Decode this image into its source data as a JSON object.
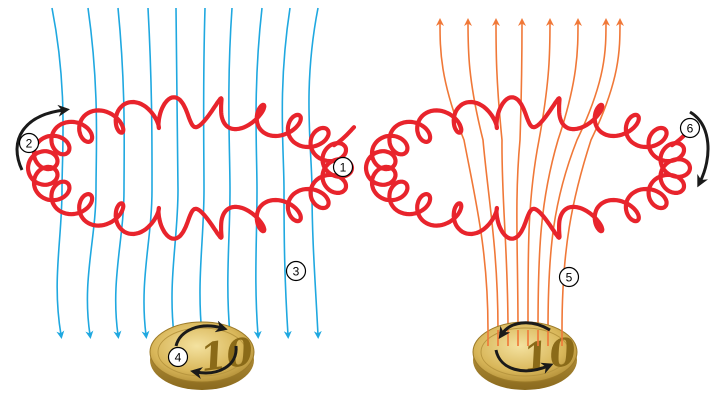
{
  "colors": {
    "coil": "#e8242c",
    "field_left": "#1fa8e0",
    "field_right": "#f07838",
    "arrow_dark": "#1a1a1a",
    "coin_gold": "#d9b75a"
  },
  "callouts": [
    {
      "id": "1",
      "label": "1"
    },
    {
      "id": "2",
      "label": "2"
    },
    {
      "id": "3",
      "label": "3"
    },
    {
      "id": "4",
      "label": "4"
    },
    {
      "id": "5",
      "label": "5"
    },
    {
      "id": "6",
      "label": "6"
    }
  ],
  "coin": {
    "denomination": "10",
    "icon": "euro-cent-coin-icon"
  }
}
